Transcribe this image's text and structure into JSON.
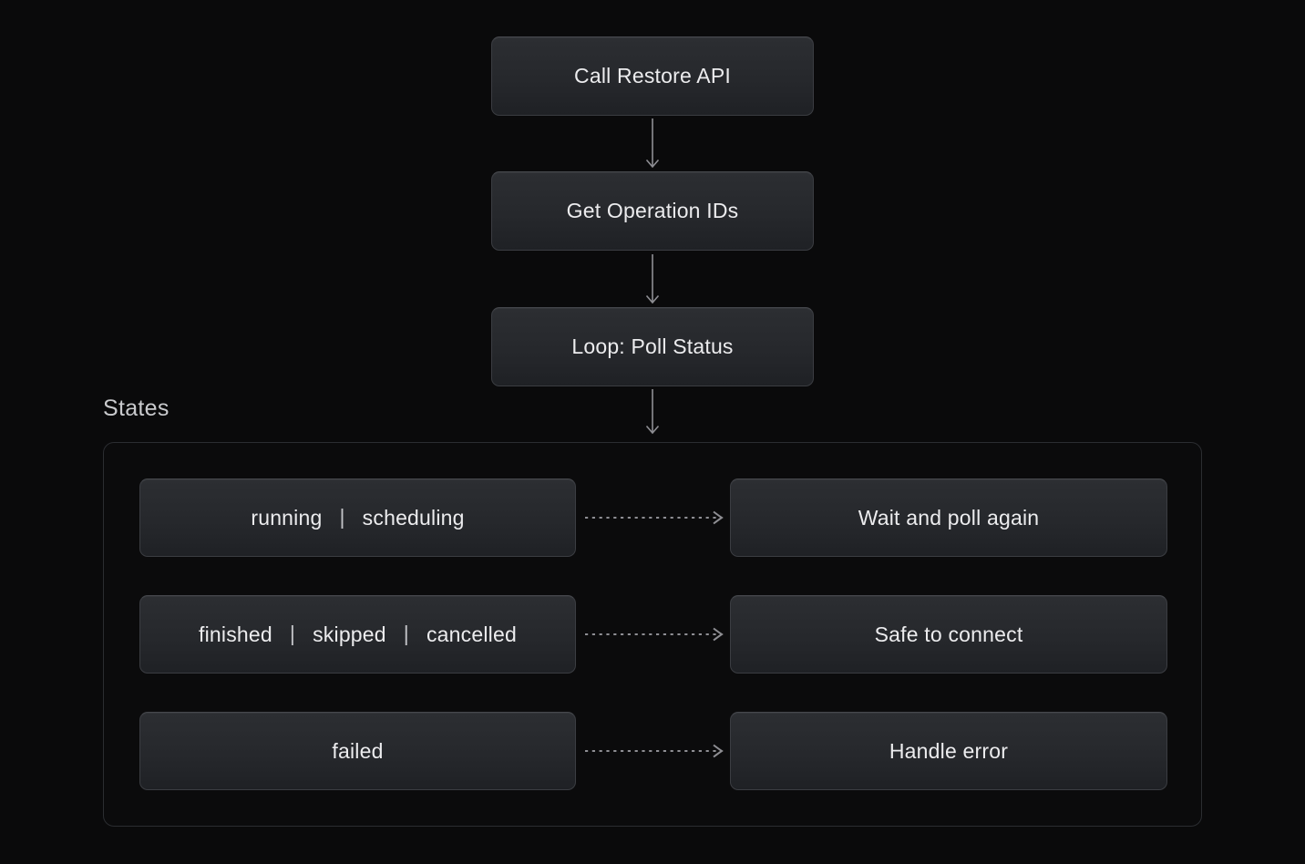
{
  "diagram": {
    "nodes": [
      {
        "label": "Call Restore API"
      },
      {
        "label": "Get Operation IDs"
      },
      {
        "label": "Loop: Poll Status"
      }
    ],
    "states_label": "States",
    "separator": "|",
    "state_rows": [
      {
        "states": [
          "running",
          "scheduling"
        ],
        "action": "Wait and poll again"
      },
      {
        "states": [
          "finished",
          "skipped",
          "cancelled"
        ],
        "action": "Safe to connect"
      },
      {
        "states": [
          "failed"
        ],
        "action": "Handle error"
      }
    ],
    "colors": {
      "background": "#0a0a0b",
      "node_fill_top": "#2c2e32",
      "node_fill_bottom": "#1f2125",
      "node_border": "#3b3d42",
      "container_border": "#2b2d31",
      "text": "#ececee",
      "label_text": "#c9cacd",
      "arrow": "#8e8e93"
    }
  }
}
